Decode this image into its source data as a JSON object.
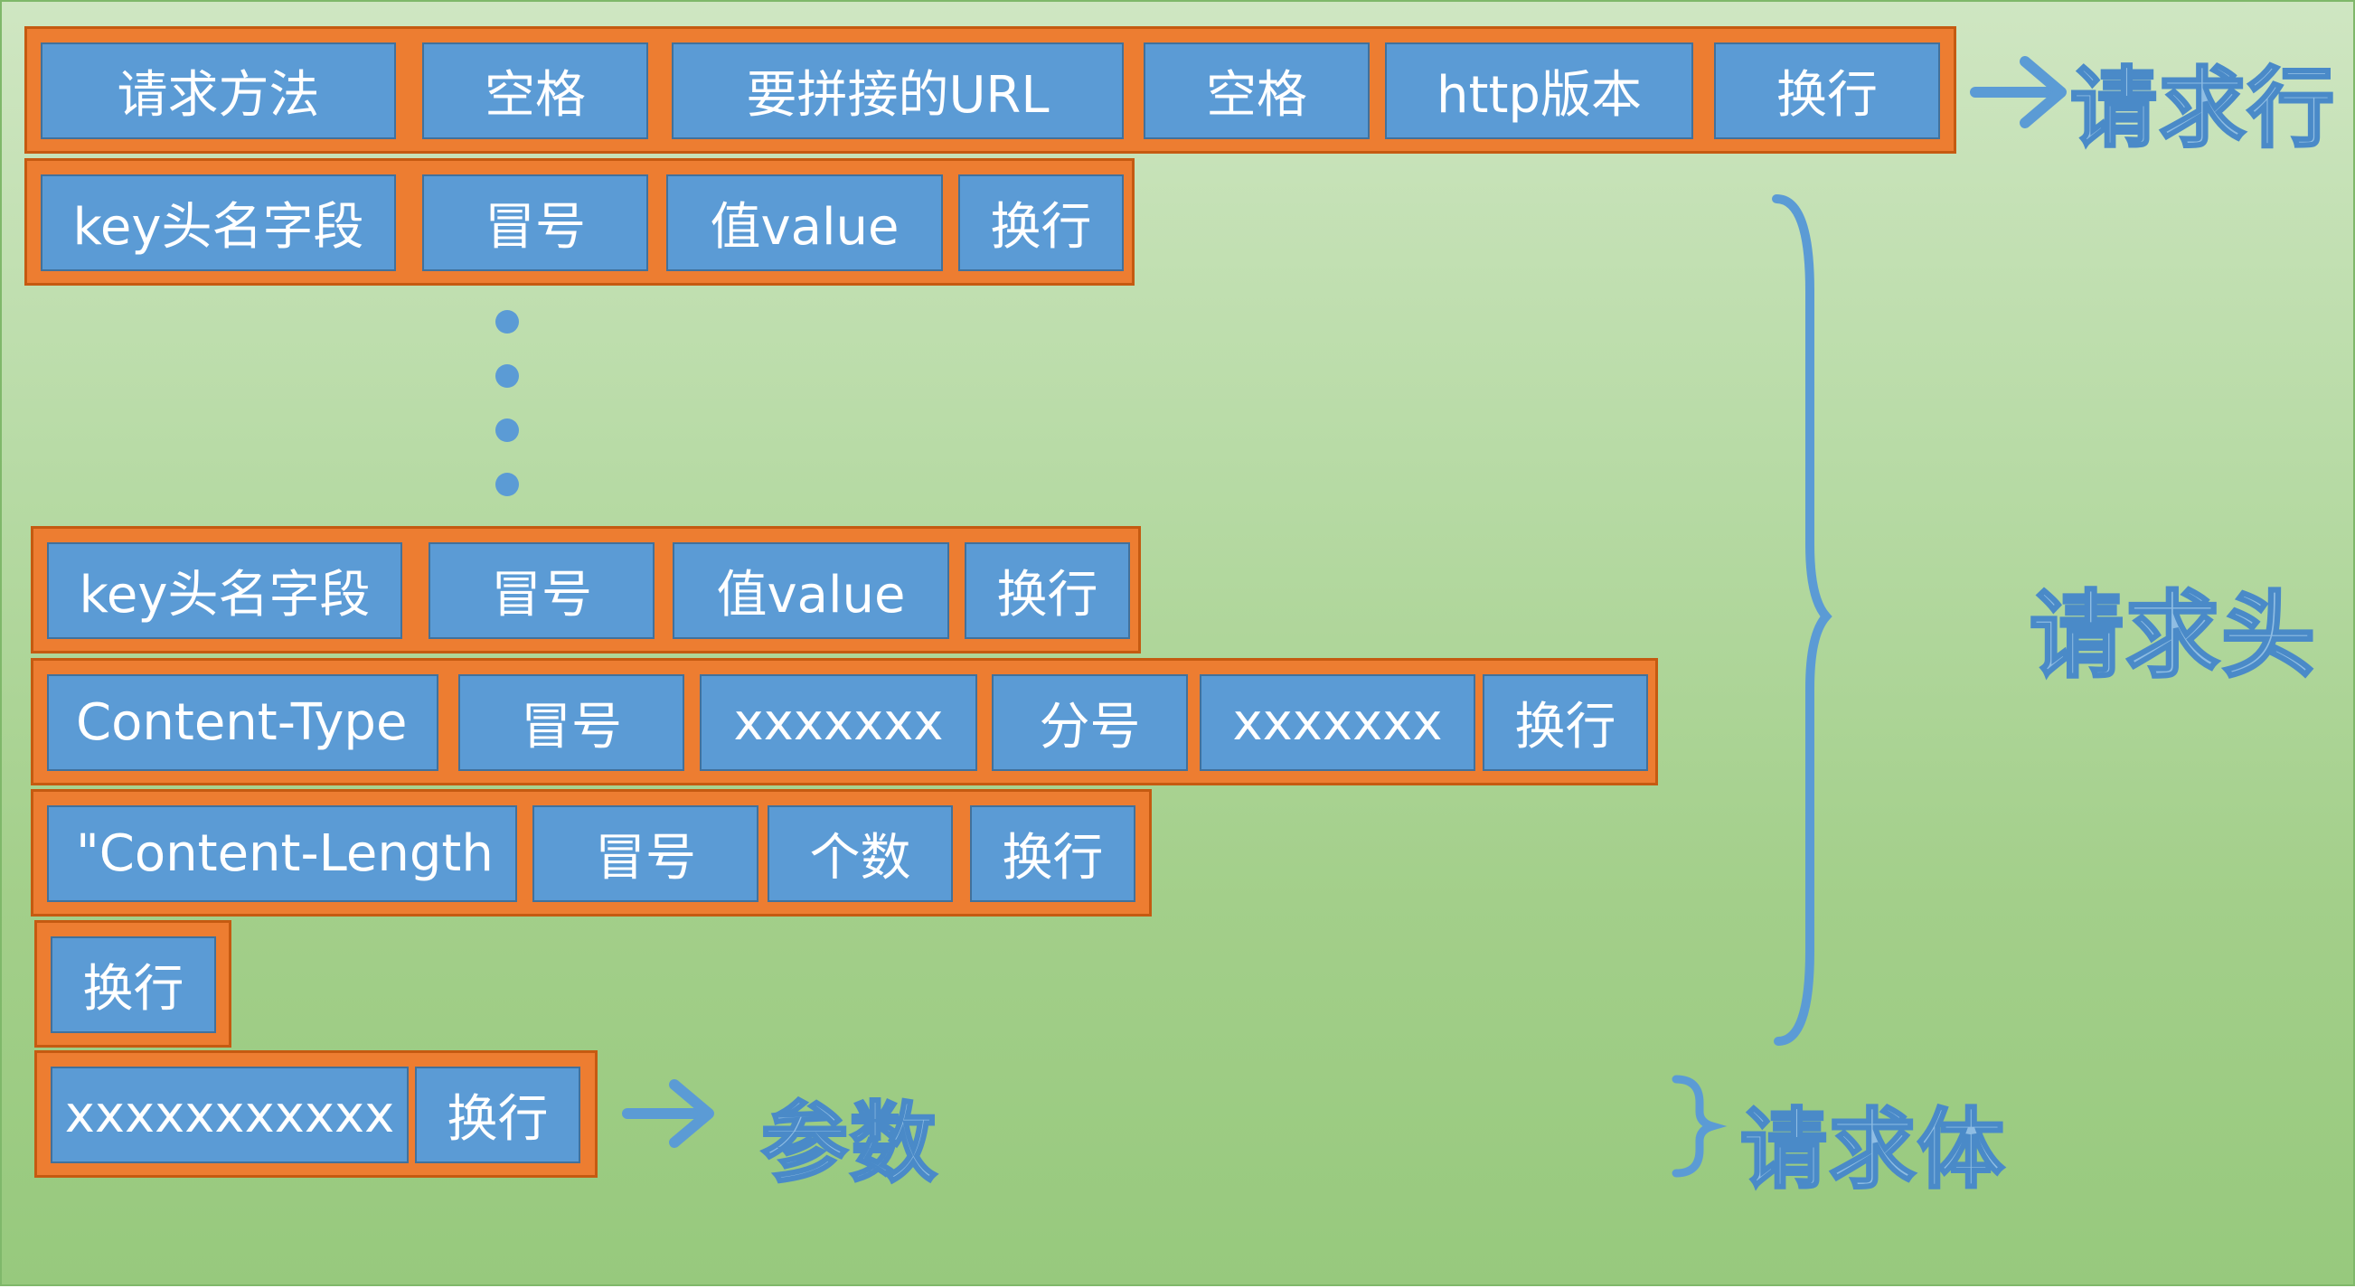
{
  "request_line": {
    "cells": [
      "请求方法",
      "空格",
      "要拼接的URL",
      "空格",
      "http版本",
      "换行"
    ],
    "label": "请求行"
  },
  "header_row_1": {
    "cells": [
      "key头名字段",
      "冒号",
      "值value",
      "换行"
    ]
  },
  "header_row_2": {
    "cells": [
      "key头名字段",
      "冒号",
      "值value",
      "换行"
    ]
  },
  "content_type_row": {
    "cells": [
      "Content-Type",
      "冒号",
      "xxxxxxx",
      "分号",
      "xxxxxxx",
      "换行"
    ]
  },
  "content_length_row": {
    "cells": [
      "\"Content-Length",
      "冒号",
      "个数",
      "换行"
    ]
  },
  "blank_line_row": {
    "cells": [
      "换行"
    ]
  },
  "body_row": {
    "cells": [
      "xxxxxxxxxxx",
      "换行"
    ]
  },
  "labels": {
    "request_header": "请求头",
    "params": "参数",
    "request_body": "请求体"
  },
  "colors": {
    "row_outer": "#ed7d31",
    "cell_fill": "#5b9bd5",
    "label_blue": "#5b9bd5",
    "background": "#a9d18e"
  }
}
